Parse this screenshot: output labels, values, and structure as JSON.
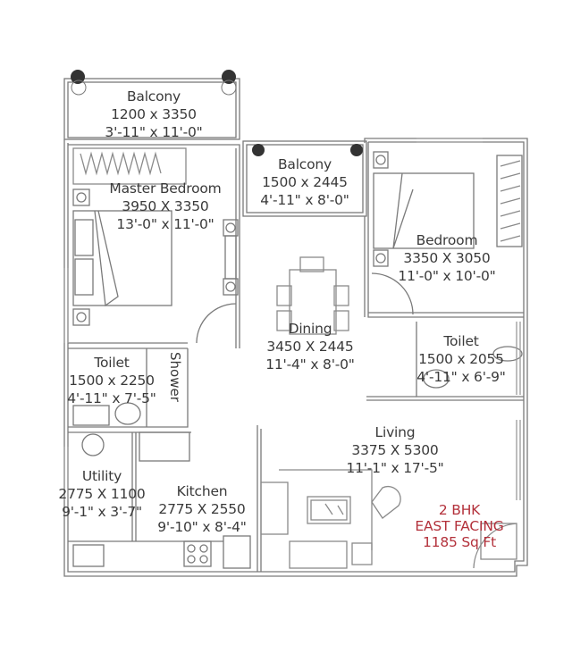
{
  "plan": {
    "type": "2 BHK apartment floor plan",
    "wall_color": "#7a7a7a",
    "text_color": "#3a3a3a",
    "accent_color": "#b3313b"
  },
  "rooms": {
    "balcony_1": {
      "name": "Balcony",
      "metric": "1200 x 3350",
      "imperial": "3'-11\" x 11'-0\""
    },
    "balcony_2": {
      "name": "Balcony",
      "metric": "1500 x 2445",
      "imperial": "4'-11\" x 8'-0\""
    },
    "master_bedroom": {
      "name": "Master Bedroom",
      "metric": "3950 X 3350",
      "imperial": "13'-0\" x 11'-0\""
    },
    "bedroom": {
      "name": "Bedroom",
      "metric": "3350 X 3050",
      "imperial": "11'-0\" x 10'-0\""
    },
    "dining": {
      "name": "Dining",
      "metric": "3450 X 2445",
      "imperial": "11'-4\" x 8'-0\""
    },
    "toilet_1": {
      "name": "Toilet",
      "metric": "1500 x 2250",
      "imperial": "4'-11\" x 7'-5\""
    },
    "shower": {
      "name": "Shower"
    },
    "toilet_2": {
      "name": "Toilet",
      "metric": "1500 x 2055",
      "imperial": "4'-11\" x 6'-9\""
    },
    "utility": {
      "name": "Utility",
      "metric": "2775 X 1100",
      "imperial": "9'-1\" x 3'-7\""
    },
    "kitchen": {
      "name": "Kitchen",
      "metric": "2775 X 2550",
      "imperial": "9'-10\" x 8'-4\""
    },
    "living": {
      "name": "Living",
      "metric": "3375 X 5300",
      "imperial": "11'-1\" x 17'-5\""
    }
  },
  "summary": {
    "type": "2 BHK",
    "facing": "EAST FACING",
    "area": "1185 Sq Ft"
  }
}
